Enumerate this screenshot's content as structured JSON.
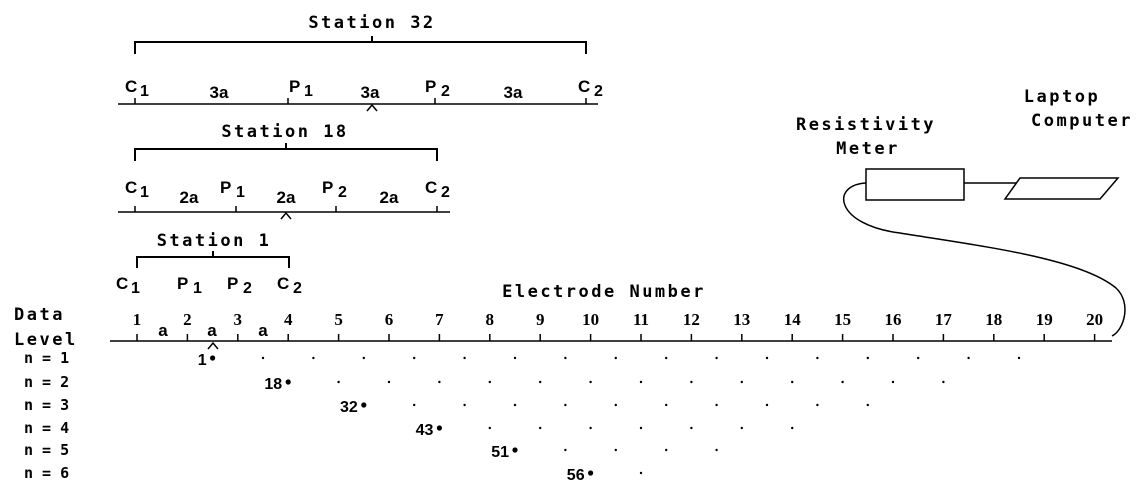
{
  "stations": [
    {
      "label": "Station 32",
      "c1": "C",
      "c1_sub": "1",
      "p1": "P",
      "p1_sub": "1",
      "p2": "P",
      "p2_sub": "2",
      "c2": "C",
      "c2_sub": "2",
      "spacing": "3a"
    },
    {
      "label": "Station 18",
      "c1": "C",
      "c1_sub": "1",
      "p1": "P",
      "p1_sub": "1",
      "p2": "P",
      "p2_sub": "2",
      "c2": "C",
      "c2_sub": "2",
      "spacing": "2a"
    },
    {
      "label": "Station 1",
      "c1": "C",
      "c1_sub": "1",
      "p1": "P",
      "p1_sub": "1",
      "p2": "P",
      "p2_sub": "2",
      "c2": "C",
      "c2_sub": "2",
      "spacing": "a"
    }
  ],
  "equipment": {
    "meter_line1": "Resistivity",
    "meter_line2": "Meter",
    "laptop_line1": "Laptop",
    "laptop_line2": "Computer"
  },
  "electrode_axis": {
    "title": "Electrode Number",
    "numbers": [
      "1",
      "2",
      "3",
      "4",
      "5",
      "6",
      "7",
      "8",
      "9",
      "10",
      "11",
      "12",
      "13",
      "14",
      "15",
      "16",
      "17",
      "18",
      "19",
      "20"
    ]
  },
  "data_level": {
    "line1": "Data",
    "line2": "Level",
    "rows": [
      {
        "label": "n = 1",
        "n": 1,
        "marked_value": "1"
      },
      {
        "label": "n = 2",
        "n": 2,
        "marked_value": "18"
      },
      {
        "label": "n = 3",
        "n": 3,
        "marked_value": "32"
      },
      {
        "label": "n = 4",
        "n": 4,
        "marked_value": "43"
      },
      {
        "label": "n = 5",
        "n": 5,
        "marked_value": "51"
      },
      {
        "label": "n = 6",
        "n": 6,
        "marked_value": "56"
      }
    ]
  }
}
